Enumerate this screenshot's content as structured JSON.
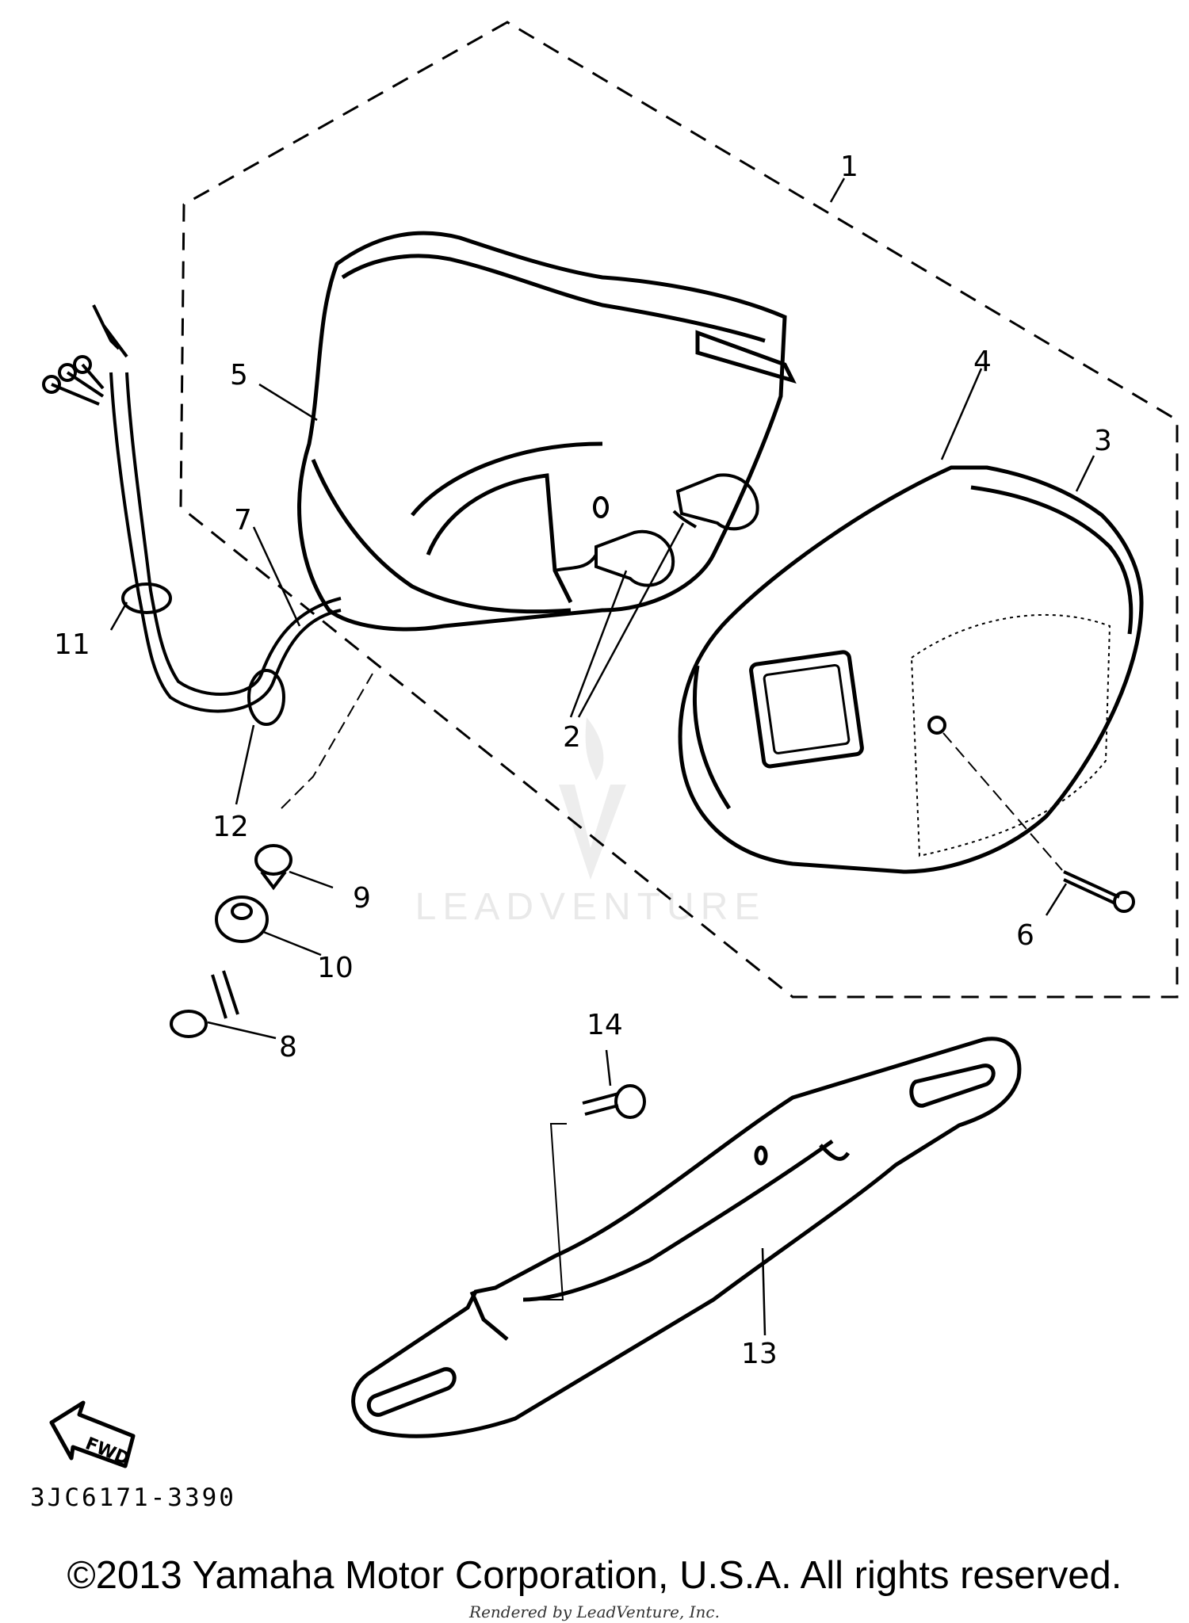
{
  "diagram": {
    "callouts": [
      {
        "id": "1",
        "text": "1"
      },
      {
        "id": "2",
        "text": "2"
      },
      {
        "id": "3",
        "text": "3"
      },
      {
        "id": "4",
        "text": "4"
      },
      {
        "id": "5",
        "text": "5"
      },
      {
        "id": "6",
        "text": "6"
      },
      {
        "id": "7",
        "text": "7"
      },
      {
        "id": "8",
        "text": "8"
      },
      {
        "id": "9",
        "text": "9"
      },
      {
        "id": "10",
        "text": "10"
      },
      {
        "id": "11",
        "text": "11"
      },
      {
        "id": "12",
        "text": "12"
      },
      {
        "id": "13",
        "text": "13"
      },
      {
        "id": "14",
        "text": "14"
      }
    ],
    "fwd_label": "FWD",
    "part_code": "3JC6171-3390"
  },
  "watermark": {
    "text": "LEADVENTURE"
  },
  "footer": {
    "copyright": "©2013 Yamaha Motor Corporation, U.S.A. All rights reserved.",
    "rendered_by": "Rendered by LeadVenture, Inc."
  }
}
